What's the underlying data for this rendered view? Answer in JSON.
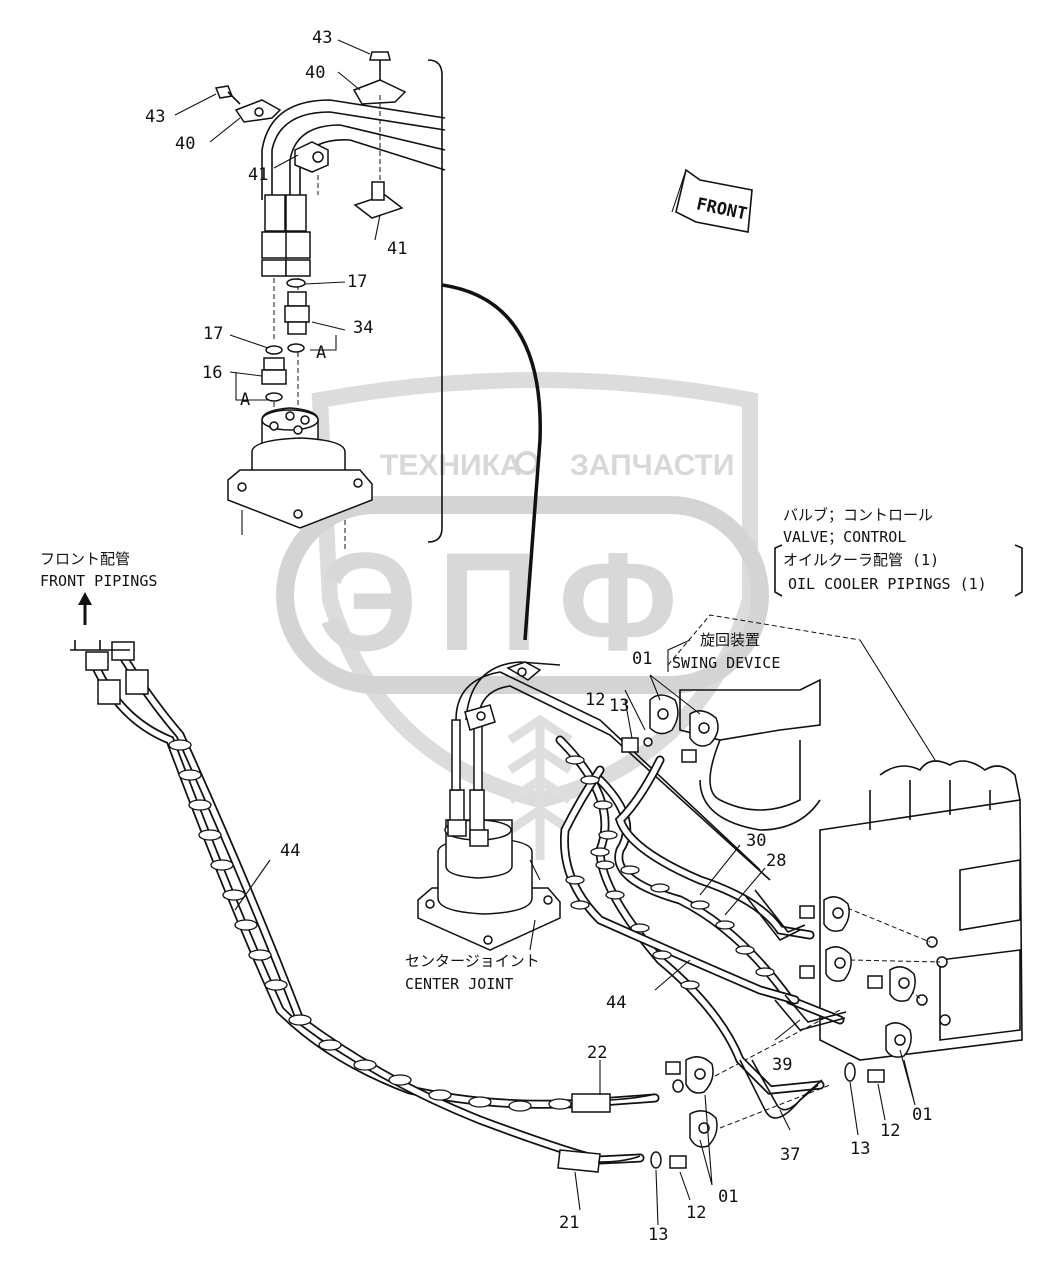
{
  "watermark": {
    "top_text_left": "ТЕХНИКА",
    "top_text_right": "ЗАПЧАСТИ",
    "big_text": "ЭПФ"
  },
  "direction_arrow": {
    "label": "FRONT"
  },
  "callouts": {
    "c43a": "43",
    "c40a": "40",
    "c43b": "43",
    "c40b": "40",
    "c41a": "41",
    "c41b": "41",
    "c17a": "17",
    "c17b": "17",
    "c34": "34",
    "c16": "16",
    "cAa": "A",
    "cAb": "A",
    "c44a": "44",
    "c44b": "44",
    "c30": "30",
    "c28": "28",
    "c39": "39",
    "c37": "37",
    "c22": "22",
    "c21": "21",
    "c13a": "13",
    "c13b": "13",
    "c13c": "13",
    "c12a": "12",
    "c12b": "12",
    "c12c": "12",
    "c01a": "01",
    "c01b": "01",
    "c01c": "01"
  },
  "notes": {
    "front_pipings_jp": "フロント配管",
    "front_pipings_en": "FRONT PIPINGS",
    "valve_jp": "バルブ；コントロール",
    "valve_en": "VALVE；CONTROL",
    "oil_cooler_jp": "オイルクーラ配管 (1)",
    "oil_cooler_en": "OIL COOLER PIPINGS (1)",
    "swing_jp": "旋回装置",
    "swing_en": "SWING DEVICE",
    "center_jp": "センタージョイント",
    "center_en": "CENTER JOINT"
  }
}
